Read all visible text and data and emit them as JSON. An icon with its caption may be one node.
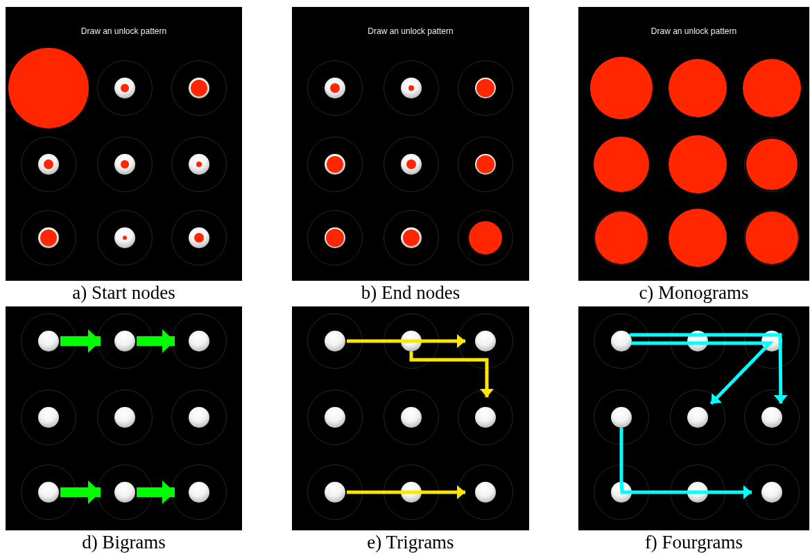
{
  "diagram": {
    "nodes": [
      {
        "text": [
          "Draw an unlock pattern"
        ],
        "beside": [
          "a) Start nodes"
        ]
      },
      {
        "text": [],
        "shape": "circle",
        "in": 0
      },
      {
        "text": [],
        "shape": "circle",
        "in": 0
      },
      {
        "text": [],
        "shape": "circle",
        "in": 0
      },
      {
        "text": [],
        "shape": "circle",
        "in": 0
      },
      {
        "text": [],
        "shape": "circle",
        "in": 0
      },
      {
        "text": [],
        "shape": "circle",
        "in": 0
      },
      {
        "text": [],
        "shape": "circle",
        "in": 0
      },
      {
        "text": [],
        "shape": "circle",
        "in": 0
      },
      {
        "text": [],
        "shape": "circle",
        "in": 0
      },
      {
        "text": [
          "Draw an unlock pattern"
        ],
        "beside": [
          "b) End nodes"
        ]
      },
      {
        "text": [],
        "shape": "circle",
        "in": 10
      },
      {
        "text": [],
        "shape": "circle",
        "in": 10
      },
      {
        "text": [],
        "shape": "circle",
        "in": 10
      },
      {
        "text": [],
        "shape": "circle",
        "in": 10
      },
      {
        "text": [],
        "shape": "circle",
        "in": 10
      },
      {
        "text": [],
        "shape": "circle",
        "in": 10
      },
      {
        "text": [],
        "shape": "circle",
        "in": 10
      },
      {
        "text": [],
        "shape": "circle",
        "in": 10
      },
      {
        "text": [],
        "shape": "circle",
        "in": 10
      },
      {
        "text": [
          "Draw an unlock pattern"
        ],
        "beside": [
          "c) Monograms"
        ]
      },
      {
        "text": [],
        "shape": "circle",
        "in": 20
      },
      {
        "text": [],
        "shape": "circle",
        "in": 20
      },
      {
        "text": [],
        "shape": "circle",
        "in": 20
      },
      {
        "text": [],
        "shape": "circle",
        "in": 20
      },
      {
        "text": [],
        "shape": "circle",
        "in": 20
      },
      {
        "text": [],
        "shape": "circle",
        "in": 20
      },
      {
        "text": [],
        "shape": "circle",
        "in": 20
      },
      {
        "text": [],
        "shape": "circle",
        "in": 20
      },
      {
        "text": [],
        "shape": "circle",
        "in": 20
      },
      {
        "text": [],
        "shape": "box",
        "beside": [
          "d) Bigrams"
        ]
      },
      {
        "text": [],
        "shape": "circle",
        "in": 30
      },
      {
        "text": [],
        "shape": "circle",
        "in": 30
      },
      {
        "text": [],
        "shape": "circle",
        "in": 30
      },
      {
        "text": [],
        "shape": "circle",
        "in": 30
      },
      {
        "text": [],
        "shape": "circle",
        "in": 30
      },
      {
        "text": [],
        "shape": "circle",
        "in": 30
      },
      {
        "text": [],
        "shape": "circle",
        "in": 30
      },
      {
        "text": [],
        "shape": "circle",
        "in": 30
      },
      {
        "text": [],
        "shape": "circle",
        "in": 30
      },
      {
        "text": [],
        "shape": "box",
        "beside": [
          "e) Trigrams"
        ]
      },
      {
        "text": [],
        "shape": "circle",
        "in": 40
      },
      {
        "text": [],
        "shape": "circle",
        "in": 40
      },
      {
        "text": [],
        "shape": "circle",
        "in": 40
      },
      {
        "text": [],
        "shape": "circle",
        "in": 40
      },
      {
        "text": [],
        "shape": "circle",
        "in": 40
      },
      {
        "text": [],
        "shape": "circle",
        "in": 40
      },
      {
        "text": [],
        "shape": "circle",
        "in": 40
      },
      {
        "text": [],
        "shape": "circle",
        "in": 40
      },
      {
        "text": [],
        "shape": "circle",
        "in": 40
      },
      {
        "text": [],
        "shape": "box",
        "beside": [
          "f) Fourgrams"
        ]
      },
      {
        "text": [],
        "shape": "circle",
        "in": 50
      },
      {
        "text": [],
        "shape": "circle",
        "in": 50
      },
      {
        "text": [],
        "shape": "circle",
        "in": 50
      },
      {
        "text": [],
        "shape": "circle",
        "in": 50
      },
      {
        "text": [],
        "shape": "circle",
        "in": 50
      },
      {
        "text": [],
        "shape": "circle",
        "in": 50
      },
      {
        "text": [],
        "shape": "circle",
        "in": 50
      },
      {
        "text": [],
        "shape": "circle",
        "in": 50
      },
      {
        "text": [],
        "shape": "circle",
        "in": 50
      }
    ],
    "edges": [
      {
        "from": 31,
        "to": 32,
        "arrow": "to",
        "style": "thick",
        "color": "#00ff00"
      },
      {
        "from": 32,
        "to": 33,
        "arrow": "to",
        "style": "thick",
        "color": "#00ff00"
      },
      {
        "from": 37,
        "to": 38,
        "arrow": "to",
        "style": "thick",
        "color": "#00ff00"
      },
      {
        "from": 38,
        "to": 39,
        "arrow": "to",
        "style": "thick",
        "color": "#00ff00"
      },
      {
        "from": 41,
        "to": 42,
        "arrow": "none",
        "color": "#ffe600"
      },
      {
        "from": 42,
        "to": 43,
        "arrow": "to",
        "color": "#ffe600"
      },
      {
        "from": 42,
        "to": 46,
        "arrow": "to",
        "color": "#ffe600"
      },
      {
        "from": 47,
        "to": 48,
        "arrow": "none",
        "color": "#ffe600"
      },
      {
        "from": 48,
        "to": 49,
        "arrow": "to",
        "color": "#ffe600"
      },
      {
        "from": 51,
        "to": 52,
        "arrow": "none",
        "color": "#00ffff"
      },
      {
        "from": 52,
        "to": 53,
        "arrow": "none",
        "color": "#00ffff"
      },
      {
        "from": 53,
        "to": 56,
        "arrow": "to",
        "color": "#00ffff"
      },
      {
        "from": 51,
        "to": 52,
        "arrow": "none",
        "color": "#00ffff"
      },
      {
        "from": 52,
        "to": 53,
        "arrow": "none",
        "color": "#00ffff"
      },
      {
        "from": 53,
        "to": 55,
        "arrow": "to",
        "color": "#00ffff"
      },
      {
        "from": 54,
        "to": 57,
        "arrow": "none",
        "color": "#00ffff"
      },
      {
        "from": 57,
        "to": 58,
        "arrow": "none",
        "color": "#00ffff"
      },
      {
        "from": 58,
        "to": 59,
        "arrow": "to",
        "color": "#00ffff"
      }
    ]
  }
}
